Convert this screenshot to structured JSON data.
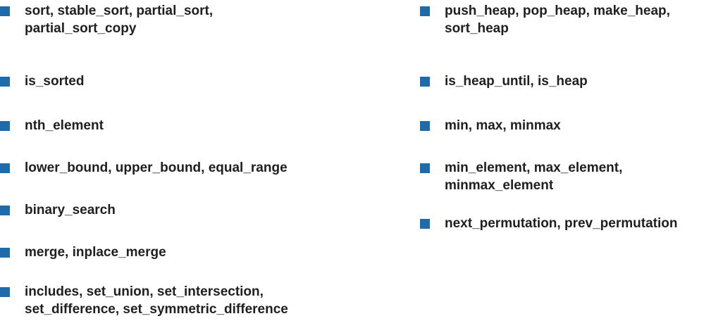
{
  "left_column": [
    [
      "sort, stable_sort, partial_sort,",
      "partial_sort_copy"
    ],
    [
      "is_sorted"
    ],
    [
      "nth_element"
    ],
    [
      "lower_bound, upper_bound, equal_range"
    ],
    [
      "binary_search"
    ],
    [
      "merge, inplace_merge"
    ],
    [
      "includes, set_union, set_intersection,",
      "set_difference, set_symmetric_difference"
    ]
  ],
  "right_column": [
    [
      "push_heap, pop_heap, make_heap,",
      "sort_heap"
    ],
    [
      "is_heap_until, is_heap"
    ],
    [
      "min, max, minmax"
    ],
    [
      "min_element, max_element,",
      "minmax_element"
    ],
    [
      "next_permutation, prev_permutation"
    ]
  ],
  "colors": {
    "bullet": "#1f6aa8",
    "text": "#1f1f1f"
  }
}
